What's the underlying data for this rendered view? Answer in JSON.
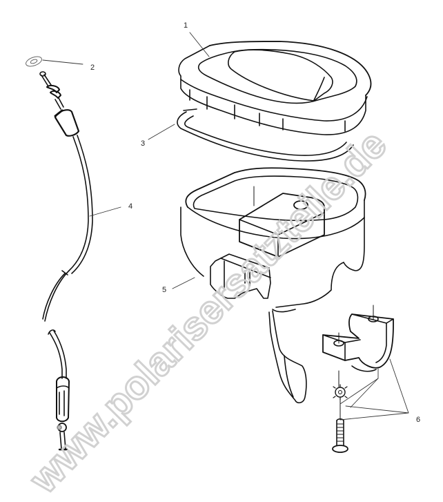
{
  "diagram": {
    "type": "exploded parts diagram",
    "subject": "throttle control housing assembly with cable",
    "callouts": [
      {
        "id": "1",
        "label": "1",
        "part": "housing cover"
      },
      {
        "id": "2",
        "label": "2",
        "part": "washer"
      },
      {
        "id": "3",
        "label": "3",
        "part": "gasket"
      },
      {
        "id": "4",
        "label": "4",
        "part": "throttle cable"
      },
      {
        "id": "5",
        "label": "5",
        "part": "throttle housing with lever"
      },
      {
        "id": "6",
        "label": "6",
        "part": "clamp, lock washer, screw"
      }
    ]
  },
  "watermark": {
    "text": "www.polarisersatzteile.de",
    "color": "#cfcfcf"
  },
  "colors": {
    "line": "#111111",
    "background": "#ffffff",
    "leader": "#333333"
  }
}
